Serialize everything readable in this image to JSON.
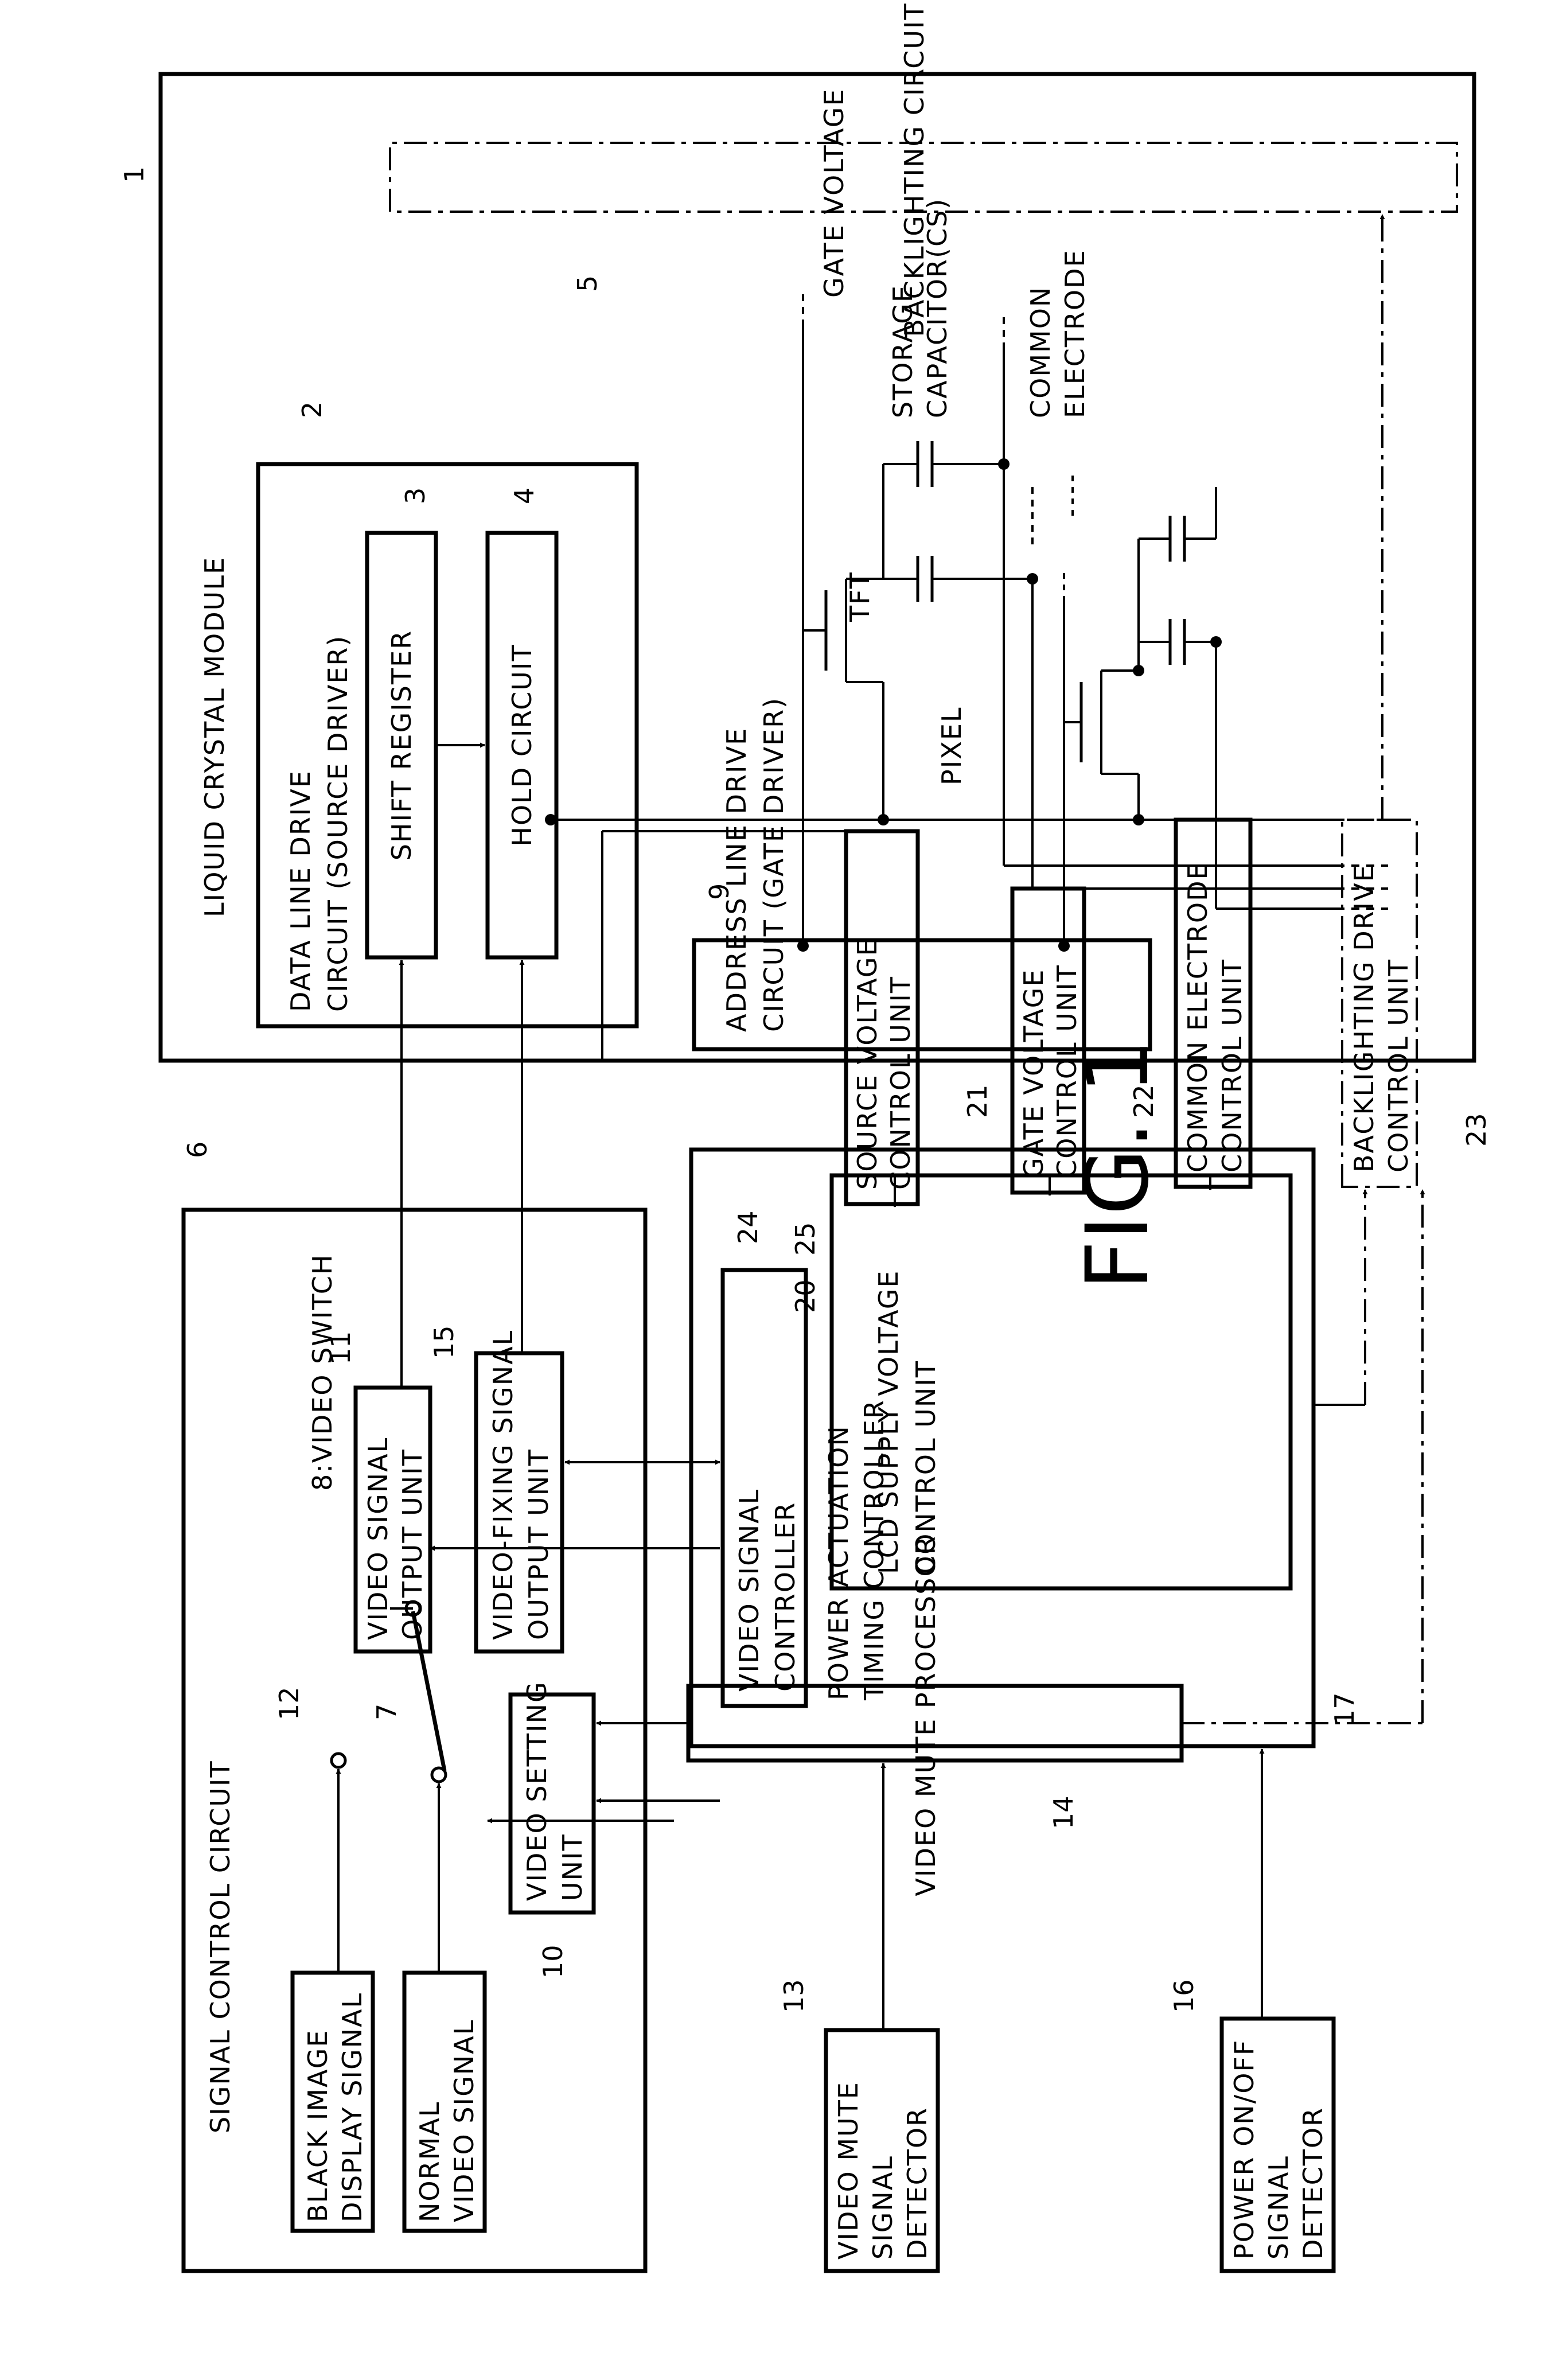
{
  "figure_title": "FIG. 1",
  "blocks": {
    "lcm": {
      "label": "LIQUID CRYSTAL MODULE",
      "ref": "1"
    },
    "data_line": {
      "label": [
        "DATA LINE DRIVE",
        "CIRCUIT (SOURCE DRIVER)"
      ],
      "ref": "2"
    },
    "shift_register": {
      "label": "SHIFT REGISTER",
      "ref": "3"
    },
    "hold_circuit": {
      "label": "HOLD CIRCUIT",
      "ref": "4"
    },
    "backlighting_circuit": {
      "label": "BACKLIGHTING CIRCUIT",
      "ref": "5"
    },
    "signal_control": {
      "label": "SIGNAL CONTROL CIRCUIT",
      "ref": "6"
    },
    "normal_video": {
      "label": [
        "NORMAL",
        "VIDEO SIGNAL"
      ],
      "ref": "7"
    },
    "video_switch": {
      "label": "8:VIDEO SWITCH"
    },
    "address_line": {
      "label": [
        "ADDRESS LINE DRIVE",
        "CIRCUIT (GATE DRIVER)"
      ],
      "ref": "9"
    },
    "video_setting": {
      "label": [
        "VIDEO SETTING",
        "UNIT"
      ],
      "ref": "10"
    },
    "video_signal_output": {
      "label": [
        "VIDEO SIGNAL",
        "OUTPUT UNIT"
      ],
      "ref": "11"
    },
    "black_image": {
      "label": [
        "BLACK IMAGE",
        "DISPLAY SIGNAL"
      ],
      "ref": "12"
    },
    "video_mute_detector": {
      "label": [
        "VIDEO MUTE",
        "SIGNAL",
        "DETECTOR"
      ],
      "ref": "13"
    },
    "video_mute_processor": {
      "label": "VIDEO MUTE PROCESSOR",
      "ref": "14"
    },
    "video_fixing": {
      "label": [
        "VIDEO-FIXING SIGNAL",
        "OUTPUT UNIT"
      ],
      "ref": "15"
    },
    "power_detector": {
      "label": [
        "POWER ON/OFF",
        "SIGNAL",
        "DETECTOR"
      ],
      "ref": "16"
    },
    "power_timing": {
      "label": [
        "POWER ACTUATION",
        "TIMING CONTROLLER"
      ],
      "ref": "17"
    },
    "source_voltage": {
      "label": [
        "SOURCE VOLTAGE",
        "CONTROL UNIT"
      ],
      "ref": "20"
    },
    "gate_voltage_unit": {
      "label": [
        "GATE VOLTAGE",
        "CONTROL UNIT"
      ],
      "ref": "21"
    },
    "common_electrode_unit": {
      "label": [
        "COMMON ELECTRODE",
        "CONTROL UNIT"
      ],
      "ref": "22"
    },
    "backlighting_drive": {
      "label": [
        "BACKLIGHTING DRIVE",
        "CONTROL UNIT"
      ],
      "ref": "23"
    },
    "video_signal_controller": {
      "label": [
        "VIDEO SIGNAL",
        "CONTROLLER"
      ],
      "ref": "24"
    },
    "lcd_supply": {
      "label": [
        "LCD SUPPLY VOLTAGE",
        "CONTROL UNIT"
      ],
      "ref": "25"
    }
  },
  "panel_labels": {
    "gate_voltage": "GATE VOLTAGE",
    "storage_capacitor": [
      "STORAGE",
      "CAPACITOR(CS)"
    ],
    "common_electrode": [
      "COMMON",
      "ELECTRODE"
    ],
    "tft": "TFT",
    "pixel": "PIXEL"
  }
}
